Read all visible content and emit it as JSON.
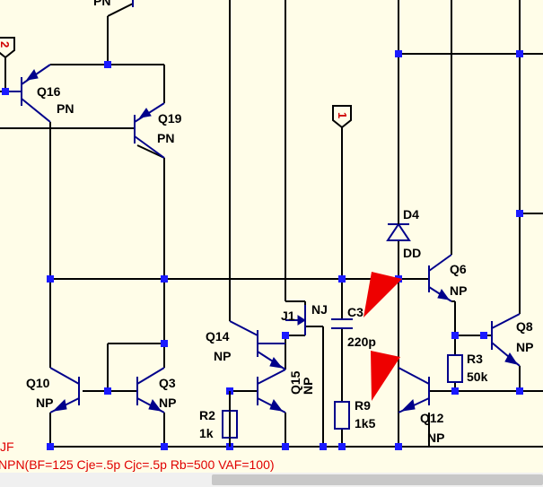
{
  "components": {
    "q16": {
      "ref": "Q16",
      "type": "PN"
    },
    "q19": {
      "ref": "Q19",
      "type": "PN"
    },
    "q10": {
      "ref": "Q10",
      "type": "NP"
    },
    "q3": {
      "ref": "Q3",
      "type": "NP"
    },
    "q14": {
      "ref": "Q14",
      "type": "NP"
    },
    "q15": {
      "ref": "Q15",
      "type": "NP"
    },
    "j1": {
      "ref": "J1",
      "type": "NJ"
    },
    "c3": {
      "ref": "C3",
      "value": "220p"
    },
    "r9": {
      "ref": "R9",
      "value": "1k5"
    },
    "r2": {
      "ref": "R2",
      "value": "1k"
    },
    "d4": {
      "ref": "D4",
      "type": "DD"
    },
    "q6": {
      "ref": "Q6",
      "type": "NP"
    },
    "q12": {
      "ref": "Q12",
      "type": "NP"
    },
    "r3": {
      "ref": "R3",
      "value": "50k"
    },
    "q8": {
      "ref": "Q8",
      "type": "NP"
    }
  },
  "top_partial_label": "PN",
  "ports": {
    "port1": "1",
    "port2": "2"
  },
  "model_text": {
    "line1": "JF",
    "line2": "NPN(BF=125 Cje=.5p Cjc=.5p Rb=500 VAF=100)"
  }
}
